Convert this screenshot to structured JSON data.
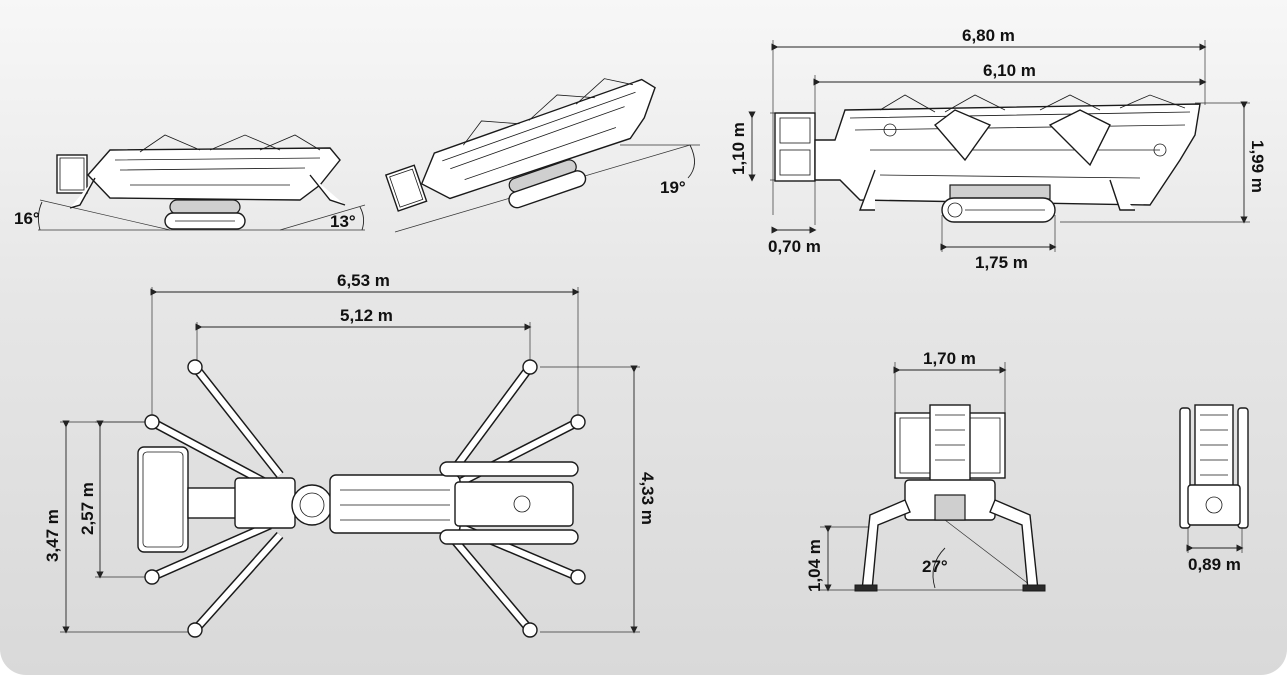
{
  "labels": {
    "angle_16": "16°",
    "angle_13": "13°",
    "angle_19": "19°",
    "len_680": "6,80 m",
    "len_610": "6,10 m",
    "h_110": "1,10 m",
    "h_199": "1,99 m",
    "w_070": "0,70 m",
    "w_175": "1,75 m",
    "w_653": "6,53 m",
    "w_512": "5,12 m",
    "h_347": "3,47 m",
    "h_257": "2,57 m",
    "h_433": "4,33 m",
    "w_170": "1,70 m",
    "h_104": "1,04 m",
    "angle_27": "27°",
    "w_089": "0,89 m"
  }
}
